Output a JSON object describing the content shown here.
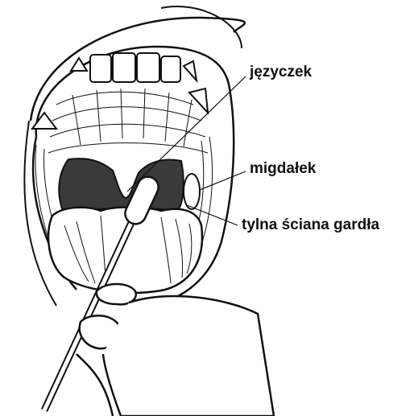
{
  "labels": {
    "uvula": "języczek",
    "tonsil": "migdałek",
    "pharynx_wall": "tylna ściana gardła"
  },
  "colors": {
    "ink": "#111111",
    "background": "#ffffff",
    "throat": "#3a3a3a"
  },
  "icons": {
    "swab": "cotton-swab-icon",
    "hand": "hand-icon"
  }
}
